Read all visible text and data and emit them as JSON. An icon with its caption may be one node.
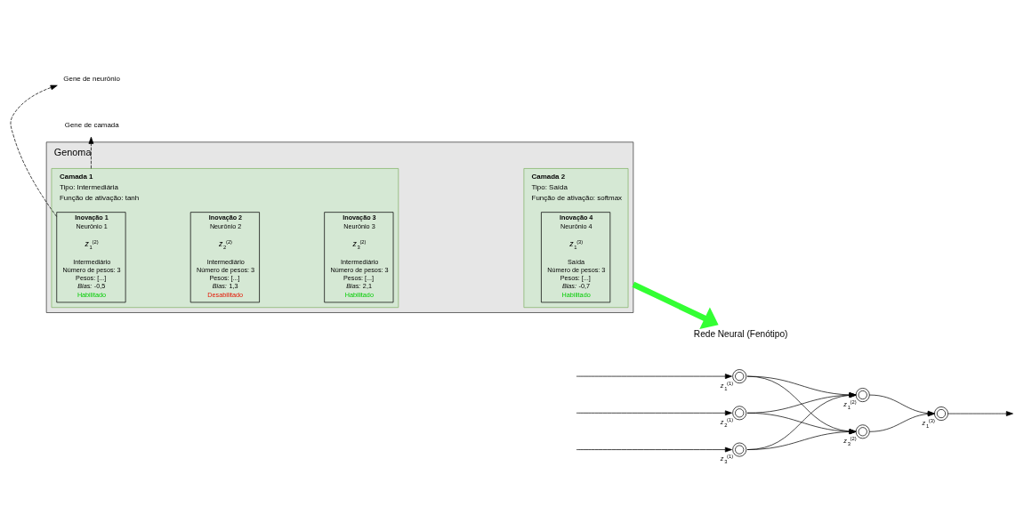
{
  "diagram": {
    "nodes": [
      {
        "text": [
          "Genoma"
        ]
      },
      {
        "text": [
          "Camada 1",
          "Tipo: Intermediária",
          "Função de ativação: tanh"
        ],
        "in": 0
      },
      {
        "text": [
          "Inovação 1",
          "Neurônio 1",
          "*z*$_{1}$$^{(2)}$",
          "Intermediário",
          "Número de pesos: 3",
          "Pesos: [...]",
          "*Bias:* -0,5",
          "Habilitado"
        ],
        "in": 1
      },
      {
        "text": [
          "Inovação 2",
          "Neurônio 2",
          "*z*$_{2}$$^{(2)}$",
          "Intermediário",
          "Número de pesos: 3",
          "Pesos: [...]",
          "*Bias:* 1,3",
          "Desabilitado"
        ],
        "in": 1
      },
      {
        "text": [
          "Inovação 3",
          "Neurônio 3",
          "*z*$_{3}$$^{(2)}$",
          "Intermediário",
          "Número de pesos: 3",
          "Pesos: [...]",
          "*Bias:* 2,1",
          "Habilitado"
        ],
        "in": 1
      },
      {
        "text": [
          "Camada 2",
          "Tipo: Saída",
          "Função de ativação: softmax"
        ],
        "in": 0
      },
      {
        "text": [
          "Inovação 4",
          "Neurônio 4",
          "*z*$_{1}$$^{(3)}$",
          "Saída",
          "Número de pesos: 3",
          "Pesos: [...]",
          "*Bias:* -0,7",
          "Habilitado"
        ],
        "in": 5
      },
      {
        "text": [
          "Gene de camada"
        ]
      },
      {
        "text": [
          "Gene de neurônio"
        ]
      },
      {
        "text": [
          "Rede Neural (Fenótipo)"
        ]
      },
      {
        "text": [],
        "shape": "circle",
        "beside": [
          "*z*$_{1}$$^{(1)}$"
        ]
      },
      {
        "text": [],
        "shape": "circle",
        "beside": [
          "*z*$_{2}$$^{(1)}$"
        ]
      },
      {
        "text": [],
        "shape": "circle",
        "beside": [
          "*z*$_{3}$$^{(1)}$"
        ]
      },
      {
        "text": [],
        "shape": "circle",
        "beside": [
          "*z*$_{1}$$^{(2)}$"
        ]
      },
      {
        "text": [],
        "shape": "circle",
        "beside": [
          "*z*$_{3}$$^{(2)}$"
        ]
      },
      {
        "text": [],
        "shape": "circle",
        "beside": [
          "*z*$_{1}$$^{(3)}$"
        ]
      }
    ],
    "edges": [
      {
        "from": 1,
        "to": 7,
        "arrow": "to",
        "style": "dashed"
      },
      {
        "from": 2,
        "to": 8,
        "arrow": "to",
        "style": "dashed"
      },
      {
        "from": 0,
        "to": 9,
        "arrow": "to",
        "style": "thick",
        "color": "#33ff33"
      },
      {
        "from": null,
        "to": 10,
        "arrow": "to"
      },
      {
        "from": null,
        "to": 11,
        "arrow": "to"
      },
      {
        "from": null,
        "to": 12,
        "arrow": "to"
      },
      {
        "from": 10,
        "to": 13,
        "arrow": "to"
      },
      {
        "from": 10,
        "to": 14,
        "arrow": "to"
      },
      {
        "from": 11,
        "to": 13,
        "arrow": "to"
      },
      {
        "from": 11,
        "to": 14,
        "arrow": "to"
      },
      {
        "from": 12,
        "to": 13,
        "arrow": "to"
      },
      {
        "from": 12,
        "to": 14,
        "arrow": "to"
      },
      {
        "from": 13,
        "to": 15,
        "arrow": "to"
      },
      {
        "from": 14,
        "to": 15,
        "arrow": "to"
      },
      {
        "from": 15,
        "to": null,
        "arrow": "to"
      }
    ]
  }
}
